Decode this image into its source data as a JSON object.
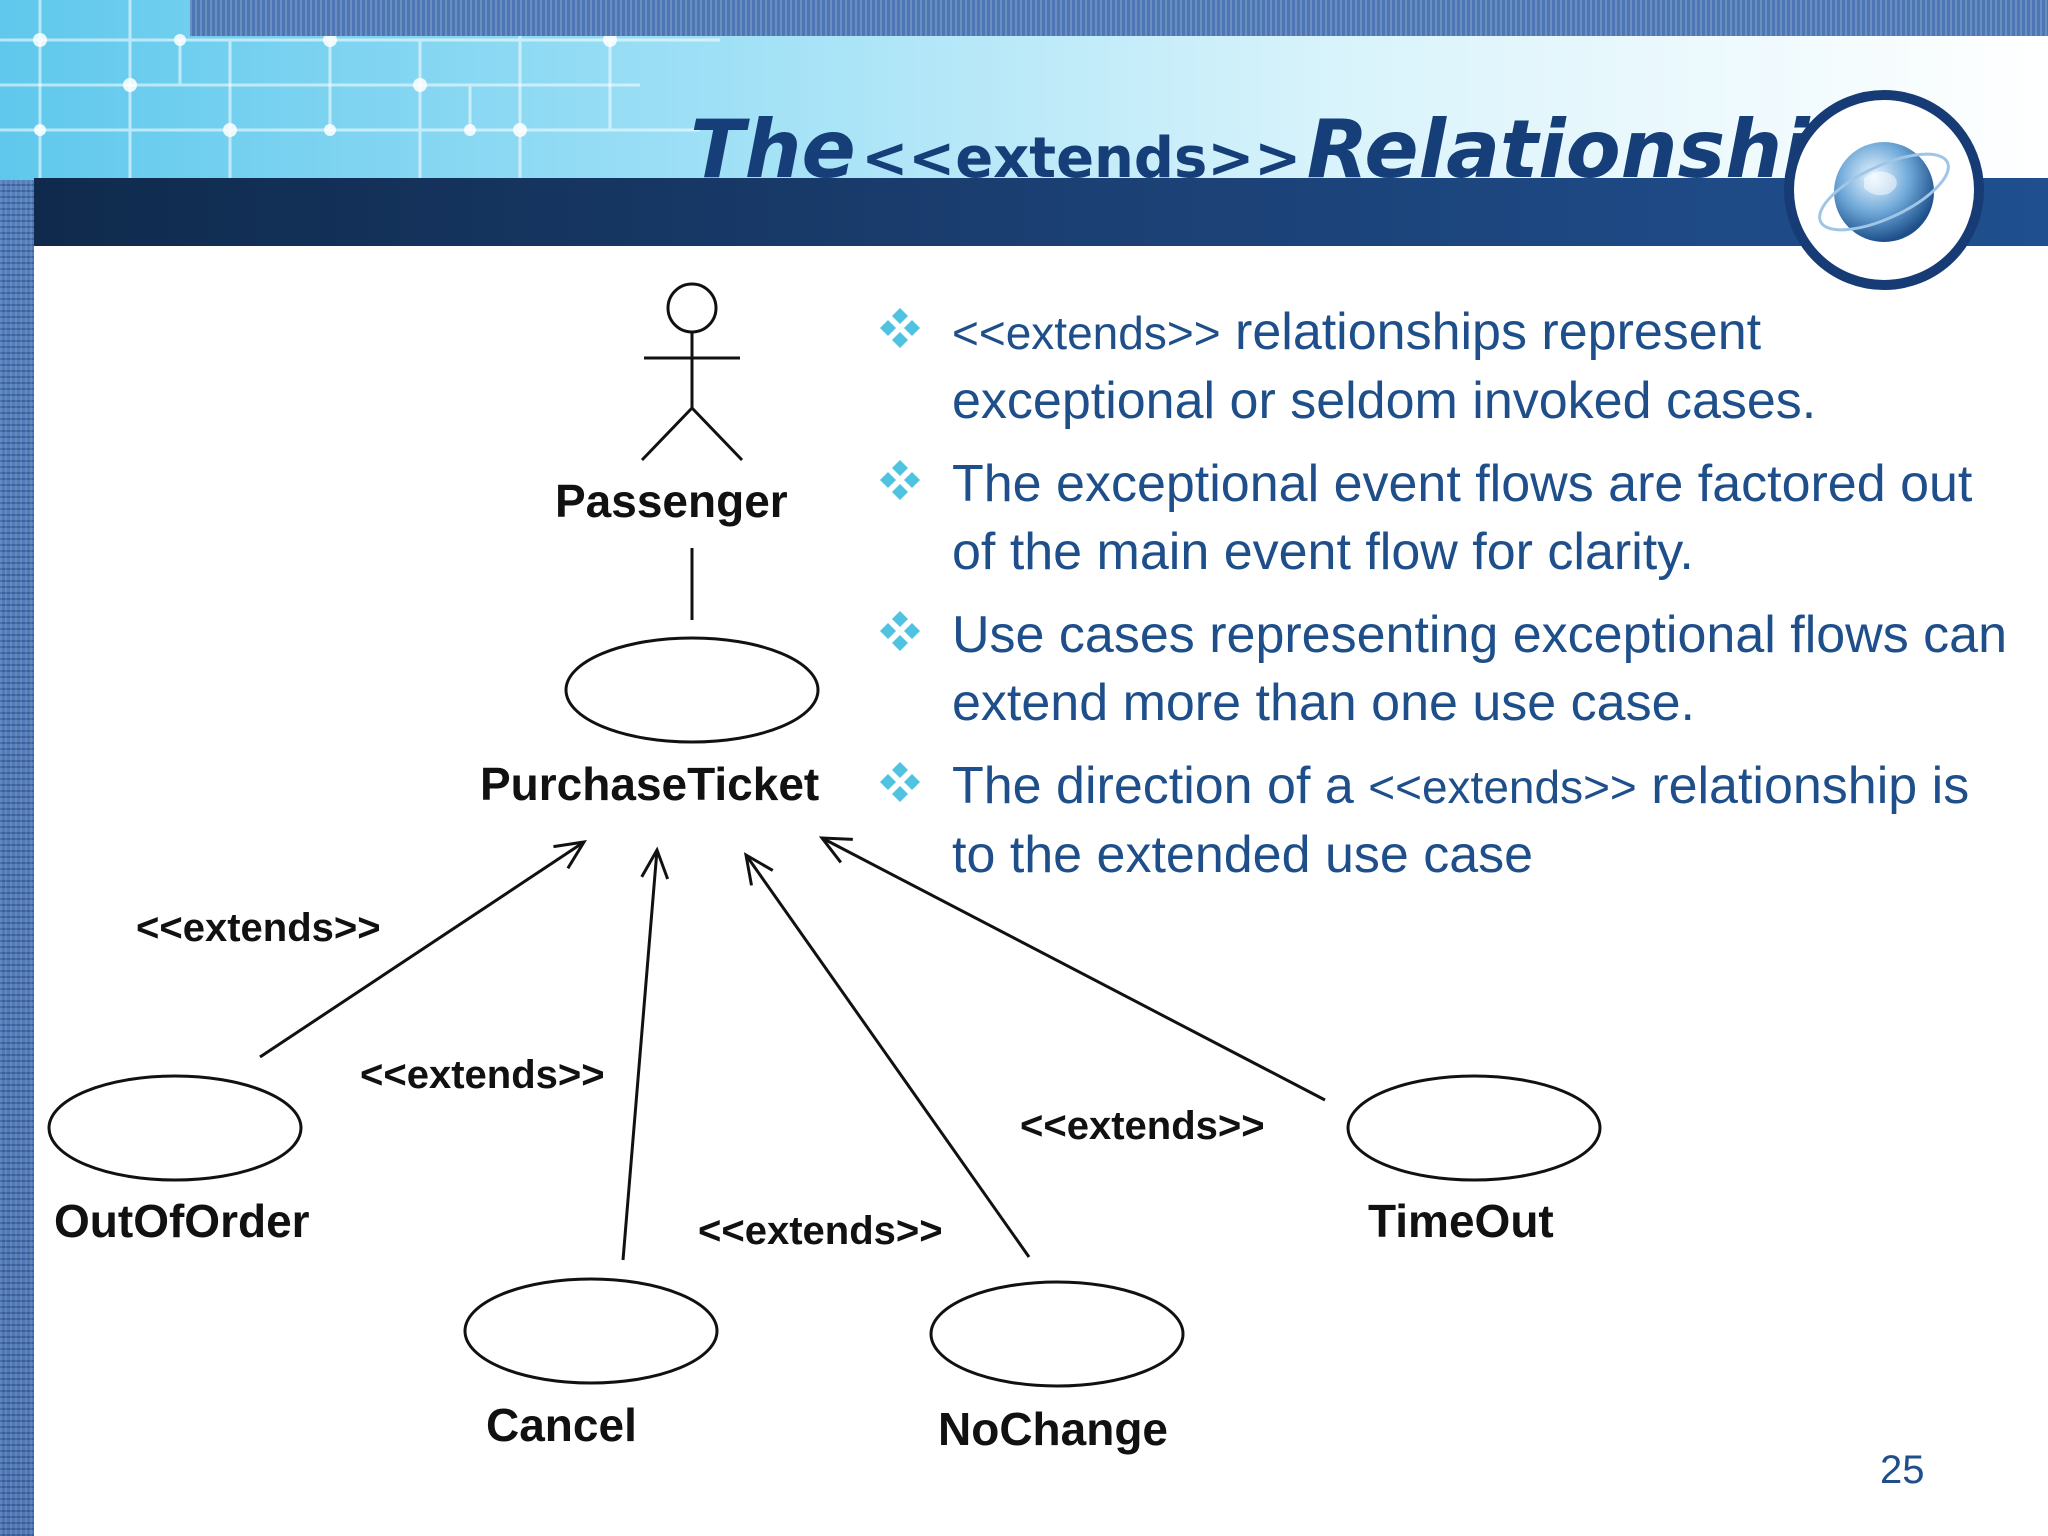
{
  "title": {
    "part1": "The",
    "part2": "<<extends>>",
    "part3": "Relationship"
  },
  "bullets": [
    {
      "prefix_small": "<<extends>>",
      "text": " relationships represent exceptional or seldom invoked cases."
    },
    {
      "prefix_small": "",
      "text": "The exceptional event flows are factored out of the main event flow for clarity."
    },
    {
      "prefix_small": "",
      "text": "Use cases representing exceptional flows can extend more than one use case."
    },
    {
      "prefix_small": "",
      "text": "The direction of a ",
      "mid_small": "<<extends>>",
      "text2": " relationship is to the extended use case"
    }
  ],
  "diagram": {
    "actor": "Passenger",
    "base_use_case": "PurchaseTicket",
    "extending_use_cases": [
      "OutOfOrder",
      "Cancel",
      "NoChange",
      "TimeOut"
    ],
    "relationship_labels": [
      "<<extends>>",
      "<<extends>>",
      "<<extends>>",
      "<<extends>>"
    ]
  },
  "page_number": "25",
  "colors": {
    "title": "#163e78",
    "bullet_text": "#1f4f8a",
    "bullet_marker": "#4fc3e0",
    "header_dark": "#0f2a4c"
  }
}
